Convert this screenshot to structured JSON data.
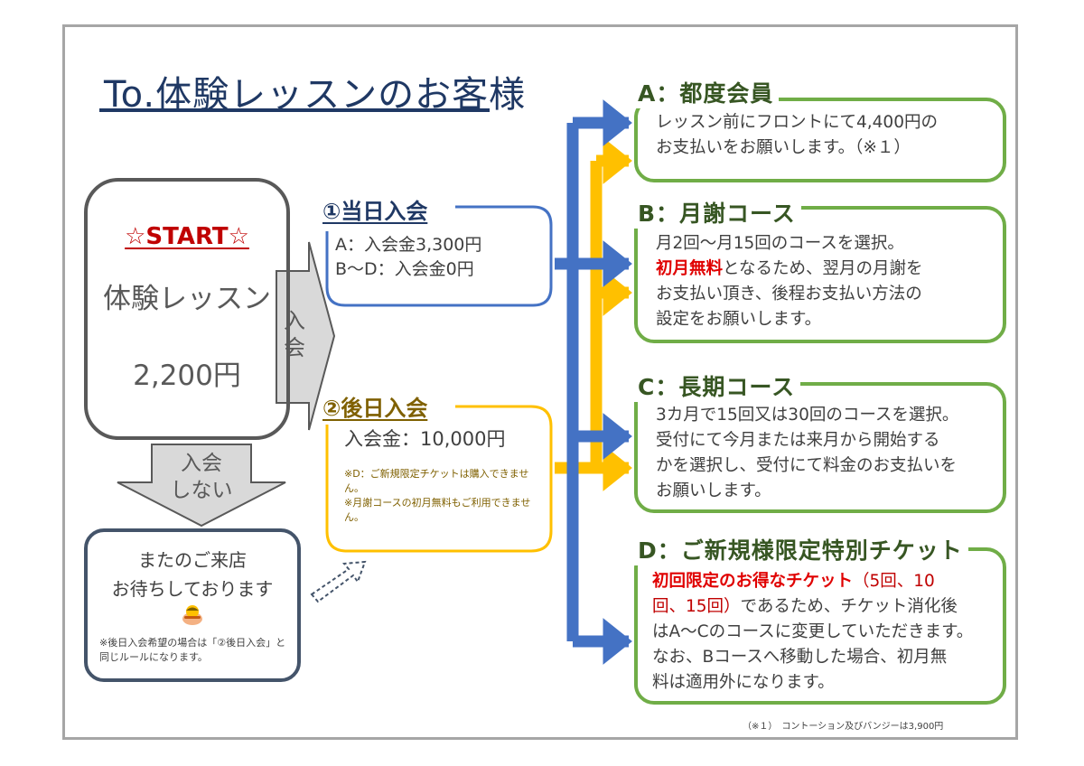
{
  "title": "To.体験レッスンのお客様",
  "start": {
    "label": "☆START☆",
    "lesson": "体験レッスン",
    "price": "2,200円"
  },
  "arrows": {
    "join": "入会",
    "no_join_line1": "入会",
    "no_join_line2": "しない"
  },
  "farewell": {
    "line1": "またのご来店",
    "line2": "お待ちしております",
    "icon": "bowing-person-emoji",
    "note": "※後日入会希望の場合は「②後日入会」と同じルールになります。"
  },
  "same_day": {
    "title": "①当日入会",
    "line1": "A：入会金3,300円",
    "line2": "B〜D：入会金0円"
  },
  "later_day": {
    "title": "②後日入会",
    "price": "入会金：10,000円",
    "note1": "※D：ご新規限定チケットは購入できません。",
    "note2": "※月謝コースの初月無料もご利用できません。"
  },
  "plans": {
    "a": {
      "title": "A：都度会員",
      "line1": "レッスン前にフロントにて4,400円の",
      "line2": "お支払いをお願いします。（※１）"
    },
    "b": {
      "title": "B：月謝コース",
      "line1": "月2回〜月15回のコースを選択。",
      "line2_red": "初月無料",
      "line2_rest": "となるため、翌月の月謝を",
      "line3": "お支払い頂き、後程お支払い方法の",
      "line4": "設定をお願いします。"
    },
    "c": {
      "title": "C：長期コース",
      "line1": "3カ月で15回又は30回のコースを選択。",
      "line2": "受付にて今月または来月から開始する",
      "line3": "かを選択し、受付にて料金のお支払いを",
      "line4": "お願いします。"
    },
    "d": {
      "title": "D：ご新規様限定特別チケット",
      "line1_red": "初回限定のお得なチケット",
      "line1_rest": "（5回、10",
      "line2": "回、15回）であるため、チケット消化後",
      "line3": "はA〜Cのコースに変更していただきます。",
      "line4": "なお、Bコースへ移動した場合、初月無",
      "line5": "料は適用外になります。"
    }
  },
  "footnote": "（※１）　コントーション及びバンジーは3,900円",
  "colors": {
    "navy": "#1f3864",
    "blue_arrow": "#4472c4",
    "yellow_arrow": "#ffc000",
    "green": "#70ad47",
    "dark_green": "#375623",
    "red": "#e00000",
    "gray": "#595959"
  }
}
